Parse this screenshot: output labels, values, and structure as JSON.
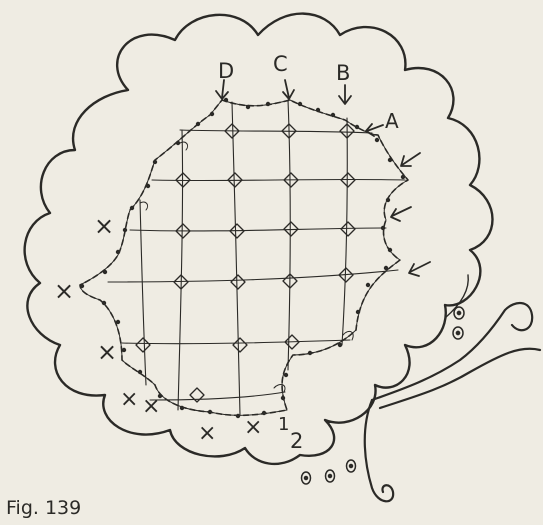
{
  "figure": {
    "caption": "Fig. 139",
    "labels": {
      "point_a": "A",
      "point_b": "B",
      "point_c": "C",
      "point_d": "D",
      "number_1": "1",
      "number_2": "2"
    },
    "x_mark_glyph": "×",
    "colors": {
      "ink": "#2b2a27",
      "paper": "#efece3"
    }
  }
}
